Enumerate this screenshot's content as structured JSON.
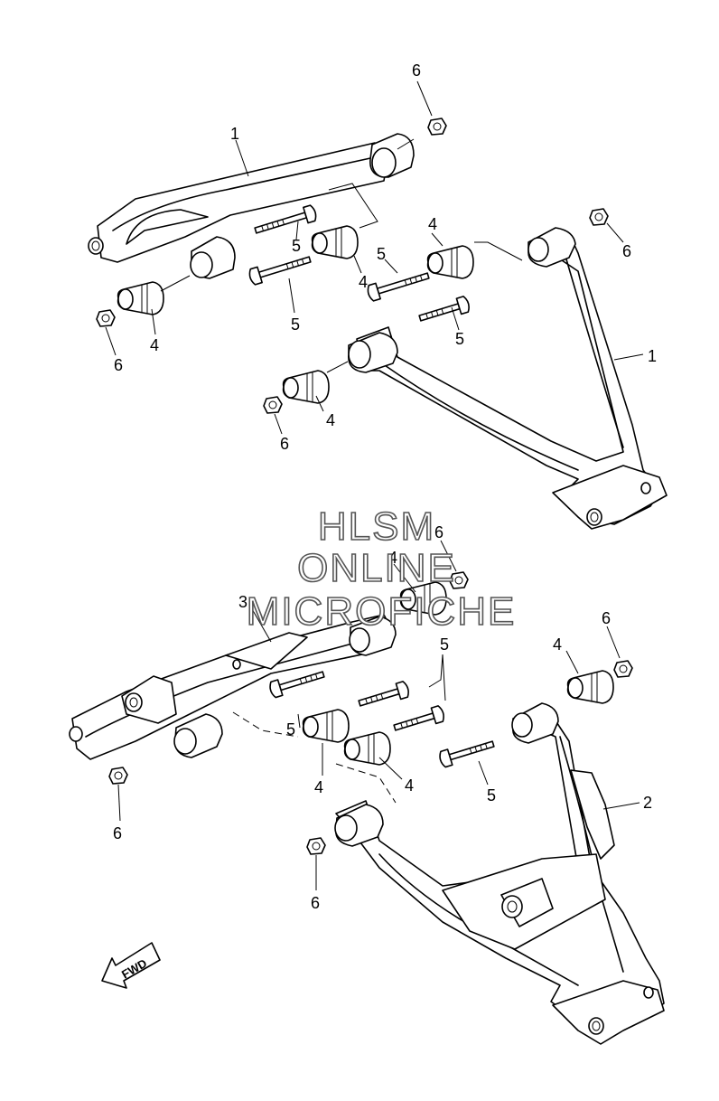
{
  "watermark": {
    "line1": "HLSM",
    "line2": "ONLINE",
    "line3": "MICROFICHE"
  },
  "fwd_label": "FWD",
  "callouts": {
    "c1a": "1",
    "c1b": "1",
    "c2": "2",
    "c3": "3",
    "c4a": "4",
    "c4b": "4",
    "c4c": "4",
    "c4d": "4",
    "c4e": "4",
    "c4f": "4",
    "c4g": "4",
    "c5a": "5",
    "c5b": "5",
    "c5c": "5",
    "c5d": "5",
    "c5e": "5",
    "c5f": "5",
    "c5g": "5",
    "c6a": "6",
    "c6b": "6",
    "c6c": "6",
    "c6d": "6",
    "c6e": "6",
    "c6f": "6",
    "c6g": "6",
    "c6h": "6"
  }
}
